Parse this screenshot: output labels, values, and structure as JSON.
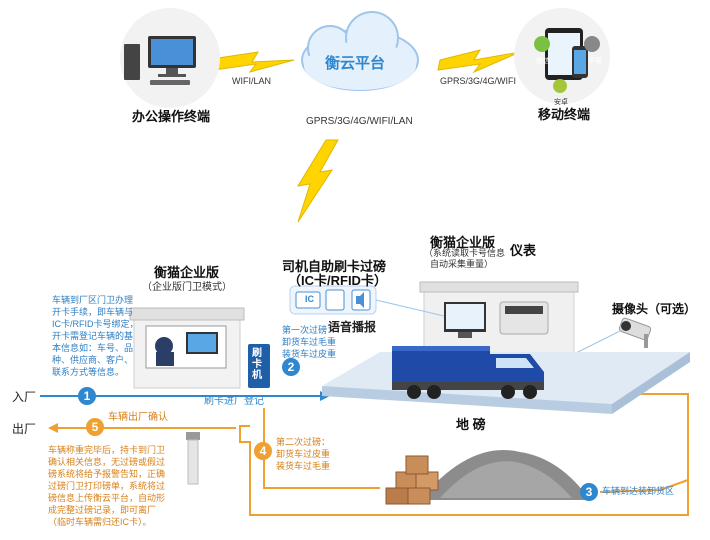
{
  "top": {
    "office_terminal": "办公操作终端",
    "mobile_terminal": "移动终端",
    "cloud_name": "衡云平台",
    "link_left": "WIFI/LAN",
    "link_right": "GPRS/3G/4G/WIFI",
    "link_down": "GPRS/3G/4G/WIFI/LAN",
    "app_wechat": "微信",
    "app_apple": "苹果",
    "app_android": "安卓"
  },
  "gatehouse": {
    "title": "衡猫企业版",
    "subtitle": "（企业版门卫模式）",
    "card_reader": "刷卡机",
    "entry_label": "刷卡进厂登记"
  },
  "self_service": {
    "title": "司机自助刷卡过磅",
    "subtitle": "（IC卡/RFID卡）",
    "voice": "语音播报",
    "ic_icon": "IC"
  },
  "weighroom": {
    "title": "衡猫企业版",
    "subtitle_1": "（系统读取卡号信息",
    "subtitle_2": "自动采集重量）",
    "meter": "仪表",
    "camera": "摄像头（可选）"
  },
  "scale_label": "地  磅",
  "entrance": "入厂",
  "exit": "出厂",
  "steps": [
    {
      "num": "1",
      "text": [
        "车辆到厂区门卫办理",
        "开卡手续，即车辆与",
        "IC卡/RFID卡号绑定，",
        "开卡需登记车辆的基",
        "本信息如：车号、品",
        "种、供应商、客户、",
        "联系方式等信息。"
      ]
    },
    {
      "num": "2",
      "text": [
        "第一次过磅：",
        "卸货车过毛重",
        "装货车过皮重"
      ]
    },
    {
      "num": "3",
      "text": [
        "车辆到达装卸货区"
      ]
    },
    {
      "num": "4",
      "text": [
        "第二次过磅：",
        "卸货车过皮重",
        "装货车过毛重"
      ]
    },
    {
      "num": "5",
      "title": "车辆出厂确认",
      "text": [
        "车辆称重完毕后，持卡到门卫",
        "确认相关信息，无过磅或假过",
        "磅系统将给予报警告知，正确",
        "过磅门卫打印磅单，系统将过",
        "磅信息上传衡云平台，自动形",
        "成完整过磅记录，即可离厂",
        "（临时车辆需归还IC卡）。"
      ]
    }
  ],
  "colors": {
    "blue": "#2f87cf",
    "orange": "#f0a030",
    "cloud": "#e4f0fb",
    "bolt": "#ffd400"
  }
}
